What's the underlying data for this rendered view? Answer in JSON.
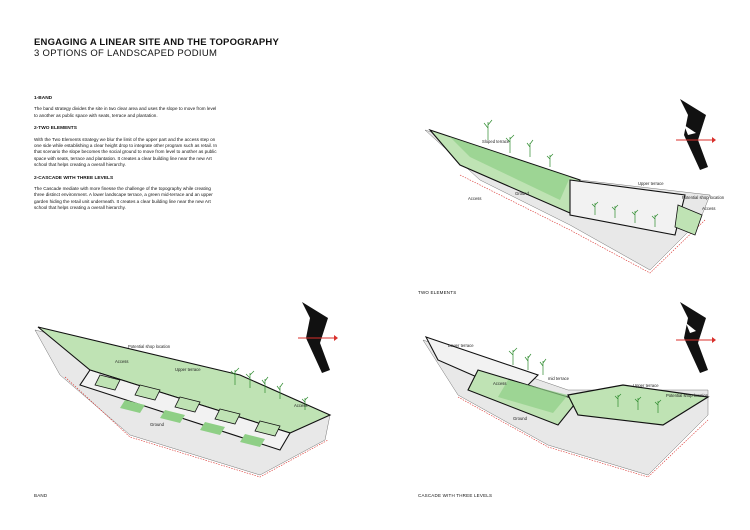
{
  "header": {
    "title": "ENGAGING A LINEAR SITE AND THE TOPOGRAPHY",
    "subtitle": "3 OPTIONS OF LANDSCAPED PODIUM"
  },
  "sections": [
    {
      "heading": "1-BAND",
      "body": "The band strategy divides the site in two clear area and uses the slope to move from level to another as public space with seats, terrace and plantation."
    },
    {
      "heading": "2-TWO ELEMENTS",
      "body": "With the Two Elements strategy we blur the limit of the upper part and the access step on one side while establishing a clear height drop to integrate other program such as retail. In that scenario the slope becomes the social ground to move from level to another as public space with seats, terrace and plantation. It creates a clear building line near the new Art school that helps creating a overall hierarchy."
    },
    {
      "heading": "2-CASCADE WITH THREE LEVELS",
      "body": "The Cascade mediate with more finesse the challenge of the topography while creating three distinct environment. A lower landscape terrace, a green mid-terrace and an upper garden hiding the retail unit underneath. It creates a clear building line near the new Art school that helps creating a overall hierarchy."
    }
  ],
  "diagrams": {
    "two_elements": {
      "caption": "TWO ELEMENTS",
      "labels": {
        "sloped": "Sloped terrace",
        "upper": "Upper terrace",
        "ground": "Ground",
        "access": "Access",
        "shop": "Potential shop location",
        "access2": "Access"
      }
    },
    "band": {
      "caption": "BAND",
      "labels": {
        "shop": "Potential shop location",
        "upper": "Upper terrace",
        "ground": "Ground",
        "access": "Access",
        "access2": "Access"
      }
    },
    "cascade": {
      "caption": "CASCADE WITH THREE LEVELS",
      "labels": {
        "lower": "Lower terrace",
        "mid": "mid terrace",
        "upper": "Upper terrace",
        "shop": "Potential shop location",
        "ground": "Ground",
        "access": "Access"
      }
    }
  },
  "colors": {
    "green_fill": "#bfe3b4",
    "green_dark": "#8fcf86",
    "grey_fill": "#e8e8e8",
    "red_dash": "#d9302c"
  }
}
